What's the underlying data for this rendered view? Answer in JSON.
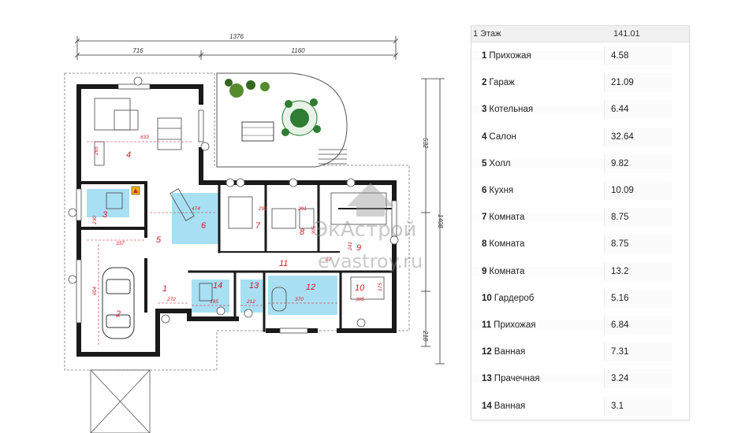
{
  "plan": {
    "dimensions": {
      "total_width": "1376",
      "left_width": "716",
      "right_width": "1160",
      "right_height_top": "532",
      "right_height_total": "1408",
      "right_height_bottom": "218"
    },
    "room_numbers": [
      "1",
      "2",
      "3",
      "4",
      "5",
      "6",
      "7",
      "8",
      "9",
      "10",
      "11",
      "12",
      "13",
      "14"
    ],
    "measure_labels": {
      "m633": "633",
      "m474": "474",
      "m291a": "291",
      "m291b": "291",
      "m337": "337",
      "m604": "604",
      "m230": "230",
      "m272": "272",
      "m185": "185",
      "m212": "212",
      "m370": "370",
      "m305": "305",
      "m241": "241",
      "m175": "175",
      "m305b": "305",
      "m22": "22",
      "m265": "265"
    },
    "watermark_line1": "ЭкАстрой",
    "watermark_line2": "evastroy.ru"
  },
  "table": {
    "header_label": "1 Этаж",
    "header_value": "141.01",
    "rows": [
      {
        "num": "1",
        "name": "Прихожая",
        "area": "4.58"
      },
      {
        "num": "2",
        "name": "Гараж",
        "area": "21.09"
      },
      {
        "num": "3",
        "name": "Котельная",
        "area": "6.44"
      },
      {
        "num": "4",
        "name": "Салон",
        "area": "32.64"
      },
      {
        "num": "5",
        "name": "Холл",
        "area": "9.82"
      },
      {
        "num": "6",
        "name": "Кухня",
        "area": "10.09"
      },
      {
        "num": "7",
        "name": "Комната",
        "area": "8.75"
      },
      {
        "num": "8",
        "name": "Комната",
        "area": "8.75"
      },
      {
        "num": "9",
        "name": "Комната",
        "area": "13.2"
      },
      {
        "num": "10",
        "name": "Гардероб",
        "area": "5.16"
      },
      {
        "num": "11",
        "name": "Прихожая",
        "area": "6.84"
      },
      {
        "num": "12",
        "name": "Ванная",
        "area": "7.31"
      },
      {
        "num": "13",
        "name": "Прачечная",
        "area": "3.24"
      },
      {
        "num": "14",
        "name": "Ванная",
        "area": "3.1"
      }
    ]
  },
  "colors": {
    "wall": "#1a1a1a",
    "tile": "#a9dff3",
    "room_label": "#d0202a",
    "dim_line": "#333333",
    "plant": "#2e7d32"
  }
}
